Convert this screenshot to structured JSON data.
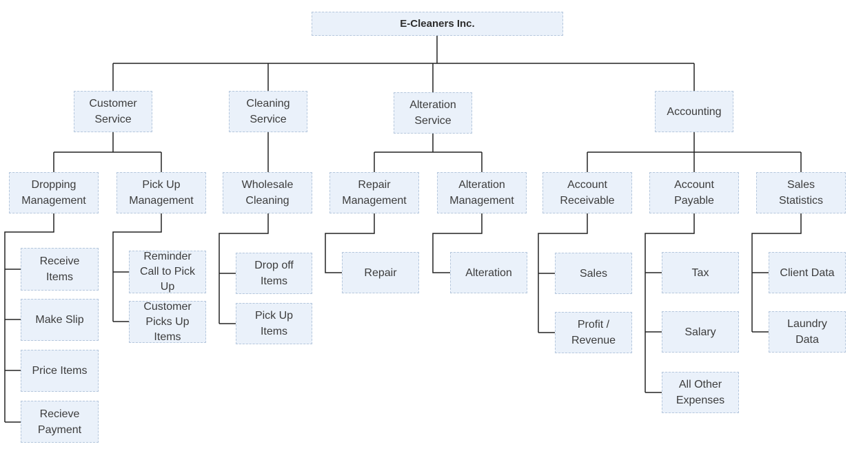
{
  "root": {
    "label": "E-Cleaners Inc."
  },
  "departments": [
    {
      "label": "Customer\nService",
      "groups": [
        {
          "label": "Dropping\nManagement",
          "items": [
            "Receive\nItems",
            "Make Slip",
            "Price Items",
            "Recieve\nPayment"
          ]
        },
        {
          "label": "Pick Up\nManagement",
          "items": [
            "Reminder\nCall to Pick\nUp",
            "Customer\nPicks Up\nItems"
          ]
        }
      ]
    },
    {
      "label": "Cleaning\nService",
      "groups": [
        {
          "label": "Wholesale\nCleaning",
          "items": [
            "Drop off\nItems",
            "Pick Up\nItems"
          ]
        }
      ]
    },
    {
      "label": "Alteration\nService",
      "groups": [
        {
          "label": "Repair\nManagement",
          "items": [
            "Repair"
          ]
        },
        {
          "label": "Alteration\nManagement",
          "items": [
            "Alteration"
          ]
        }
      ]
    },
    {
      "label": "Accounting",
      "groups": [
        {
          "label": "Account\nReceivable",
          "items": [
            "Sales",
            "Profit /\nRevenue"
          ]
        },
        {
          "label": "Account\nPayable",
          "items": [
            "Tax",
            "Salary",
            "All Other\nExpenses"
          ]
        },
        {
          "label": "Sales\nStatistics",
          "items": [
            "Client Data",
            "Laundry\nData"
          ]
        }
      ]
    }
  ]
}
